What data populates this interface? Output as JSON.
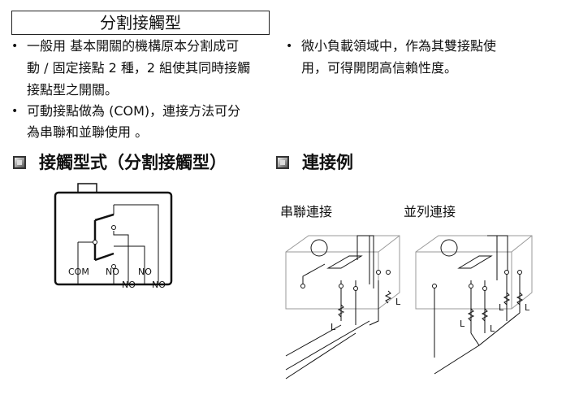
{
  "title": "分割接觸型",
  "bullets_left": [
    {
      "lines": [
        "一般用 基本開關的機構原本分割成可",
        "動 / 固定接點 2 種，2 組使其同時接觸",
        "接點型之開關。"
      ]
    },
    {
      "lines": [
        "可動接點做為  (COM)，連接方法可分",
        "為串聯和並聯使用 。"
      ]
    }
  ],
  "bullets_right": [
    {
      "lines": [
        "微小負載領域中，作為其雙接點使",
        "用，可得開閉高信賴性度。"
      ]
    }
  ],
  "bullet_symbol": "•",
  "section_left": {
    "heading": "接觸型式（分割接觸型）",
    "labels": {
      "com": "COM",
      "no1": "NO",
      "no2": "NO",
      "no3": "NO",
      "no4": "NO"
    }
  },
  "section_right": {
    "heading": "連接例",
    "series_label": "串聯連接",
    "parallel_label": "並列連接",
    "load_label": "L"
  }
}
